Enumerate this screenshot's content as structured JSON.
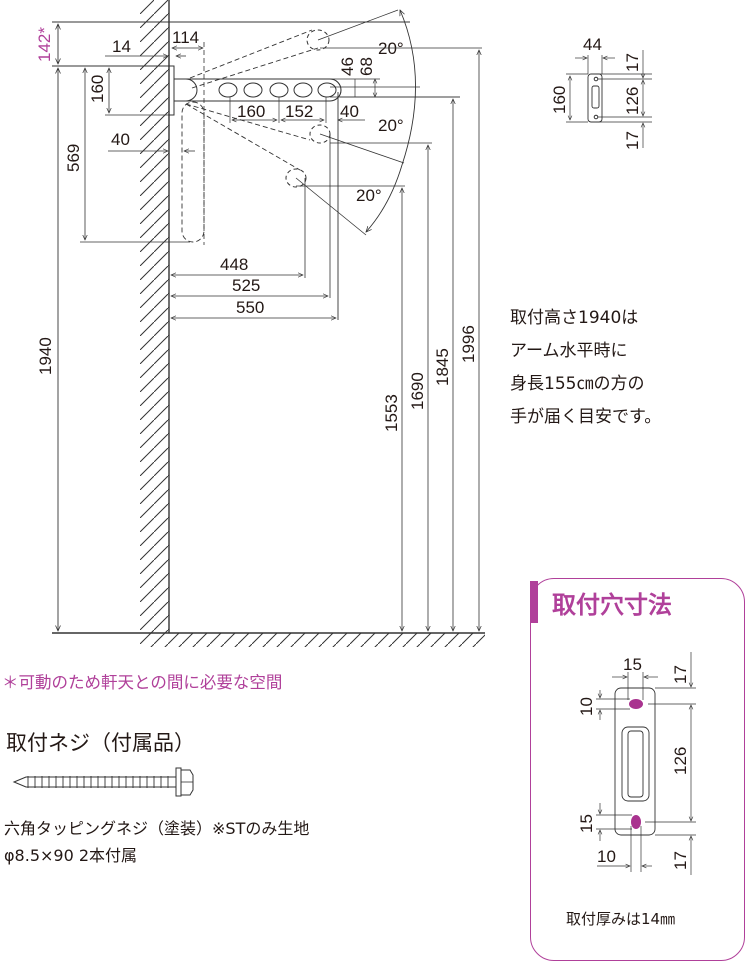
{
  "diagram": {
    "type": "installation-dimension-drawing",
    "side_view": {
      "top_clearance": {
        "value": "142*",
        "color": "#b0409a"
      },
      "dims": {
        "bracket_thickness": "14",
        "bracket_to_arm": "114",
        "bracket_height": "160",
        "folded_offset": "40",
        "folded_length": "569",
        "mount_height": "1940",
        "hole_pitch_1": "160",
        "hole_pitch_2": "152",
        "tip_offset": "40",
        "arm_thickness_46": "46",
        "arm_thickness_68": "68",
        "reach_448": "448",
        "reach_525": "525",
        "reach_550": "550",
        "height_1553": "1553",
        "height_1690": "1690",
        "height_1845": "1845",
        "height_1996": "1996",
        "angle_1": "20°",
        "angle_2": "20°",
        "angle_3": "20°"
      }
    },
    "front_view": {
      "width": "44",
      "height": "160",
      "top_margin": "17",
      "hole_pitch": "126",
      "bottom_margin": "17"
    }
  },
  "note": {
    "lines": [
      "取付高さ1940は",
      "アーム水平時に",
      "身長155㎝の方の",
      "手が届く目安です。"
    ]
  },
  "clearance_note": "＊可動のため軒天との間に必要な空間",
  "screw": {
    "title": "取付ネジ（付属品）",
    "desc_lines": [
      "六角タッピングネジ（塗装）※STのみ生地",
      "φ8.5×90  2本付属"
    ]
  },
  "mount_hole_box": {
    "title": "取付穴寸法",
    "accent_color": "#b0409a",
    "dims": {
      "hole_width": "15",
      "top_hole_height": "10",
      "top_margin": "17",
      "hole_pitch": "126",
      "bottom_hole_height": "15",
      "bottom_hole_width": "10",
      "bottom_margin": "17"
    },
    "footnote": "取付厚みは14㎜"
  }
}
